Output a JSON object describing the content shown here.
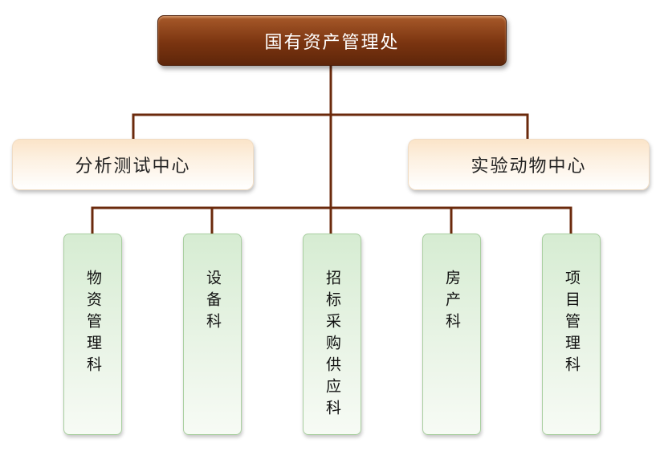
{
  "root": {
    "label": "国有资产管理处"
  },
  "centers": [
    {
      "label": "分析测试中心"
    },
    {
      "label": "实验动物中心"
    }
  ],
  "departments": [
    {
      "label": "物资管理科"
    },
    {
      "label": "设备科"
    },
    {
      "label": "招标采购供应科"
    },
    {
      "label": "房产科"
    },
    {
      "label": "项目管理科"
    }
  ],
  "colors": {
    "connector": "#6b2a0c",
    "root_fill": "#7a3410",
    "center_fill": "#fdf2e4",
    "dept_fill": "#e9f4e6",
    "dept_border": "#a9cfa0"
  }
}
